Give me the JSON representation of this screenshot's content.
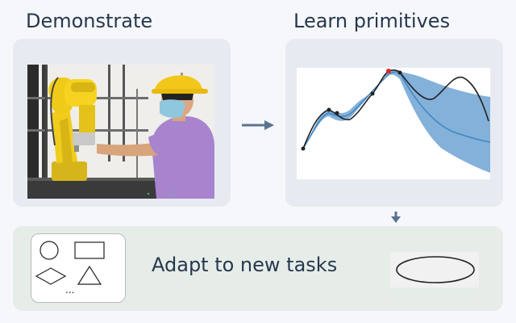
{
  "steps": {
    "demonstrate": {
      "title": "Demonstrate"
    },
    "learn": {
      "title": "Learn primitives"
    },
    "adapt": {
      "label": "Adapt to new tasks"
    }
  },
  "shapes_card": {
    "items": [
      "circle",
      "rectangle",
      "diamond",
      "triangle"
    ],
    "more": "..."
  },
  "target_shape": "ellipse",
  "colors": {
    "heading": "#27384d",
    "panel_top": "#e7ebf1",
    "panel_bottom": "#e6ede9",
    "arrow": "#5b7390",
    "confidence_band": "#6fa3d3",
    "mean_curve": "#3f86c3",
    "demo_curve": "#222222",
    "via_point": "#d62728"
  }
}
